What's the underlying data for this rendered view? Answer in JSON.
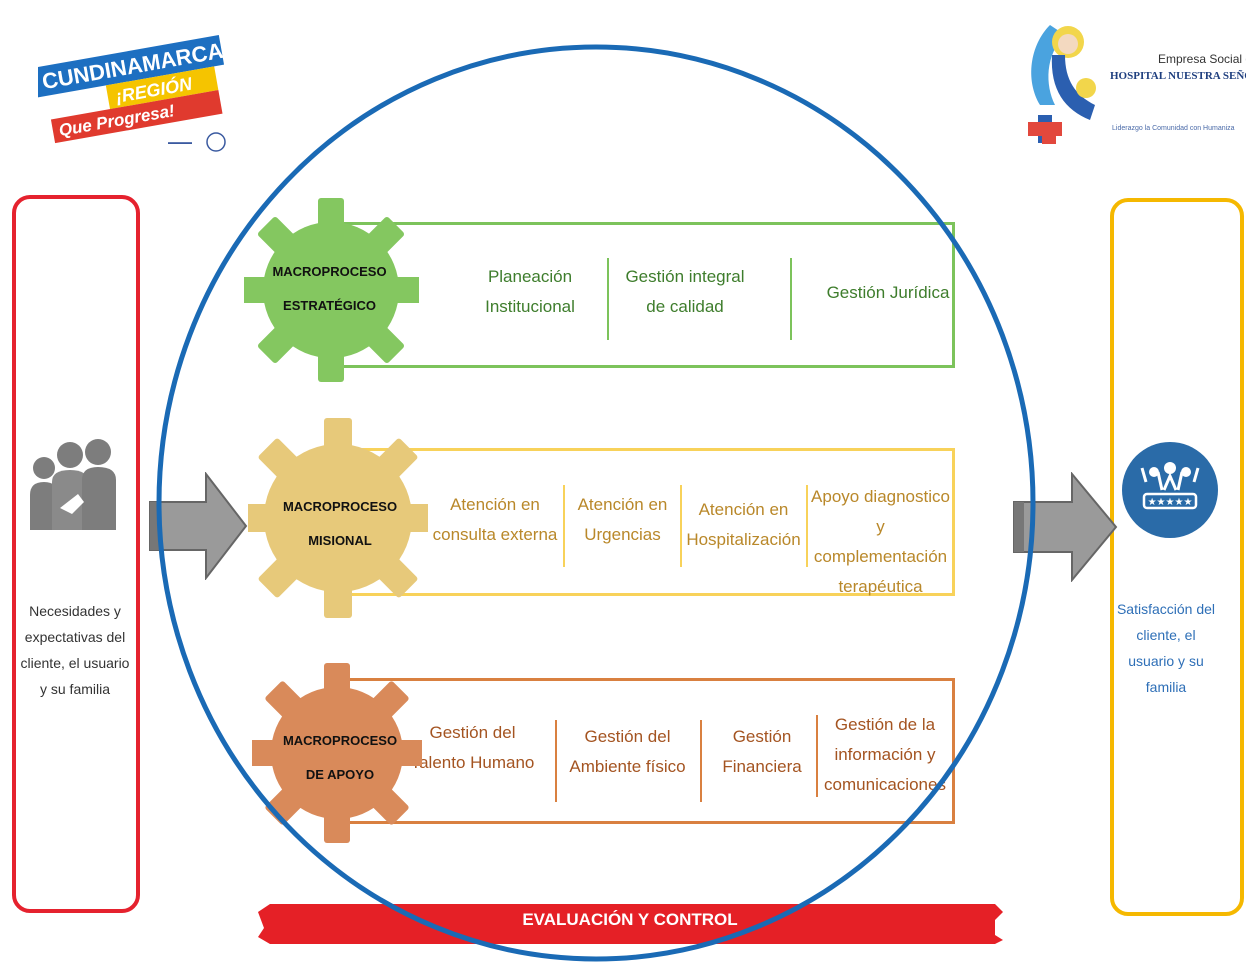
{
  "logos": {
    "cundinamarca_line1": "CUNDINAMARCA",
    "cundinamarca_line2": "¡REGIÓN",
    "cundinamarca_line3": "Que Progresa!",
    "hospital_small": "Empresa Social de",
    "hospital_name": "HOSPITAL NUESTRA SEÑORA",
    "hospital_slogan": "Liderazgo la Comunidad con Humaniza"
  },
  "input": {
    "text": "Necesidades y expectativas del cliente, el usuario y su familia"
  },
  "output": {
    "text": "Satisfacción del cliente, el usuario y su familia"
  },
  "macroprocesos": [
    {
      "label_line1": "MACROPROCESO",
      "label_line2": "ESTRATÉGICO",
      "items": [
        "Planeación Institucional",
        "Gestión integral de calidad",
        "Gestión Jurídica"
      ]
    },
    {
      "label_line1": "MACROPROCESO",
      "label_line2": "MISIONAL",
      "items": [
        "Atención en consulta externa",
        "Atención en Urgencias",
        "Atención en Hospitalización",
        "Apoyo diagnostico y complementación terapéutica"
      ]
    },
    {
      "label_line1": "MACROPROCESO",
      "label_line2": "DE APOYO",
      "items": [
        "Gestión del Talento Humano",
        "Gestión del Ambiente físico",
        "Gestión Financiera",
        "Gestión de la información y comunicaciones"
      ]
    }
  ],
  "evaluation": {
    "label": "EVALUACIÓN Y CONTROL"
  },
  "colors": {
    "circle": "#1a6ab5",
    "green": "#7cc35b",
    "yellow": "#f8d25a",
    "orange": "#d98040",
    "red": "#e5222e",
    "gold": "#f5b800"
  }
}
